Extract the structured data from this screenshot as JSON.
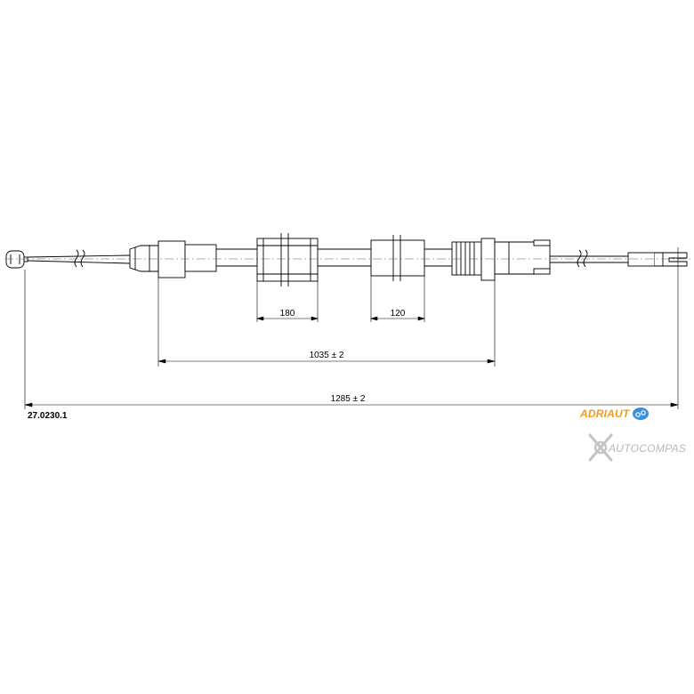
{
  "drawing": {
    "part_number": "27.0230.1",
    "dimensions": {
      "overall": "1285 ± 2",
      "sheath": "1035 ± 2",
      "left_block": "180",
      "right_block": "120"
    }
  },
  "branding": {
    "logo_text": "ADRIAUT",
    "watermark_text": "AUTOCOMPAS",
    "logo_color": "#f39a1e",
    "watermark_color": "#b9b9b9"
  }
}
